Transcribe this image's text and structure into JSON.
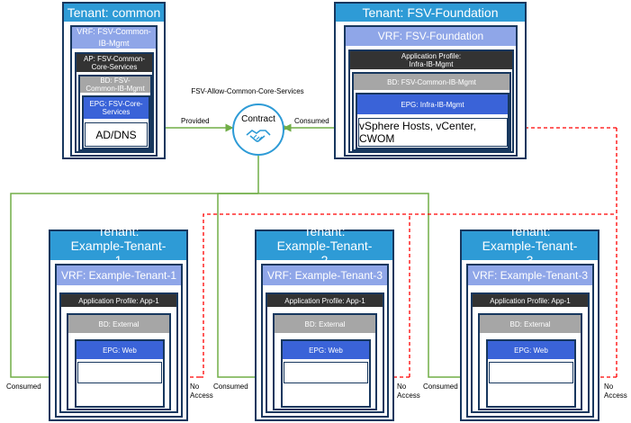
{
  "common": {
    "tenant_title": "Tenant: common",
    "vrf": "VRF: FSV-Common-IB-Mgmt",
    "ap": "AP: FSV-Common-Core-Services",
    "bd": "BD: FSV-Common-IB-Mgmt",
    "epg": "EPG: FSV-Core-Services",
    "endpoint": "AD/DNS"
  },
  "foundation": {
    "tenant_title": "Tenant: FSV-Foundation",
    "vrf": "VRF: FSV-Foundation",
    "ap": "Application Profile: Infra-IB-Mgmt",
    "bd": "BD: FSV-Common-IB-Mgmt",
    "epg": "EPG: Infra-IB-Mgmt",
    "endpoint": "vSphere Hosts, vCenter, CWOM"
  },
  "contract": {
    "label": "Contract",
    "name": "FSV-Allow-Common-Core-Services",
    "provided": "Provided",
    "consumed": "Consumed"
  },
  "tenants": [
    {
      "title": "Tenant: Example-Tenant-1",
      "vrf": "VRF: Example-Tenant-1",
      "ap": "Application Profile: App-1",
      "bd": "BD: External",
      "epg": "EPG: Web",
      "consumed": "Consumed",
      "no_access": "No Access"
    },
    {
      "title": "Tenant: Example-Tenant-2",
      "vrf": "VRF: Example-Tenant-3",
      "ap": "Application Profile: App-1",
      "bd": "BD: External",
      "epg": "EPG: Web",
      "consumed": "Consumed",
      "no_access": "No Access"
    },
    {
      "title": "Tenant: Example-Tenant-3",
      "vrf": "VRF: Example-Tenant-3",
      "ap": "Application Profile: App-1",
      "bd": "BD: External",
      "epg": "EPG: Web",
      "consumed": "Consumed",
      "no_access": "No Access"
    }
  ],
  "colors": {
    "provided_line": "#70ad47",
    "no_access_line": "#ff0000",
    "tenant_header": "#2e9bd6",
    "vrf_header": "#8fa6e8",
    "epg_header": "#3a63d8",
    "border": "#17375e"
  }
}
